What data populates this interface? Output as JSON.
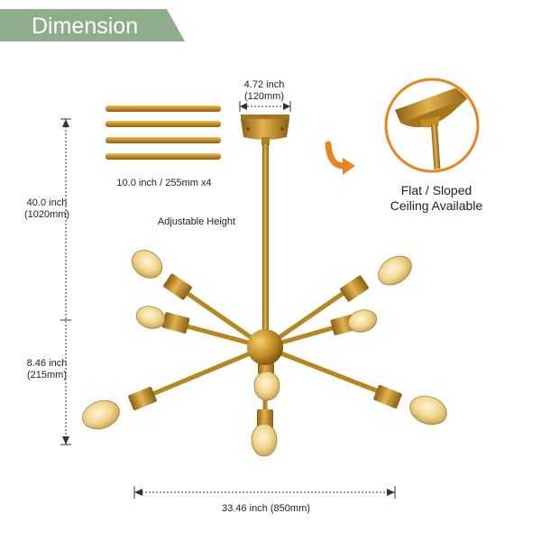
{
  "banner": {
    "title": "Dimension",
    "color": "#8fac8c"
  },
  "canopy_width": {
    "inch": "4.72 inch",
    "mm": "(120mm)"
  },
  "rods": {
    "label": "10.0 inch / 255mm x4",
    "count": 4
  },
  "adjustable": "Adjustable Height",
  "total_height": {
    "inch": "40.0 inch",
    "mm": "(1020mm)"
  },
  "body_height": {
    "inch": "8.46 inch",
    "mm": "(215mm)"
  },
  "width": {
    "label": "33.46 inch (850mm)"
  },
  "ceiling": {
    "line1": "Flat / Sloped",
    "line2": "Ceiling Available"
  },
  "colors": {
    "brass": "#c9962e",
    "brass_dark": "#8a5f12",
    "accent_orange": "#e8861e",
    "dim_line": "#333333"
  },
  "icons": [
    "curved-arrow-icon",
    "sloped-ceiling-detail-icon"
  ]
}
